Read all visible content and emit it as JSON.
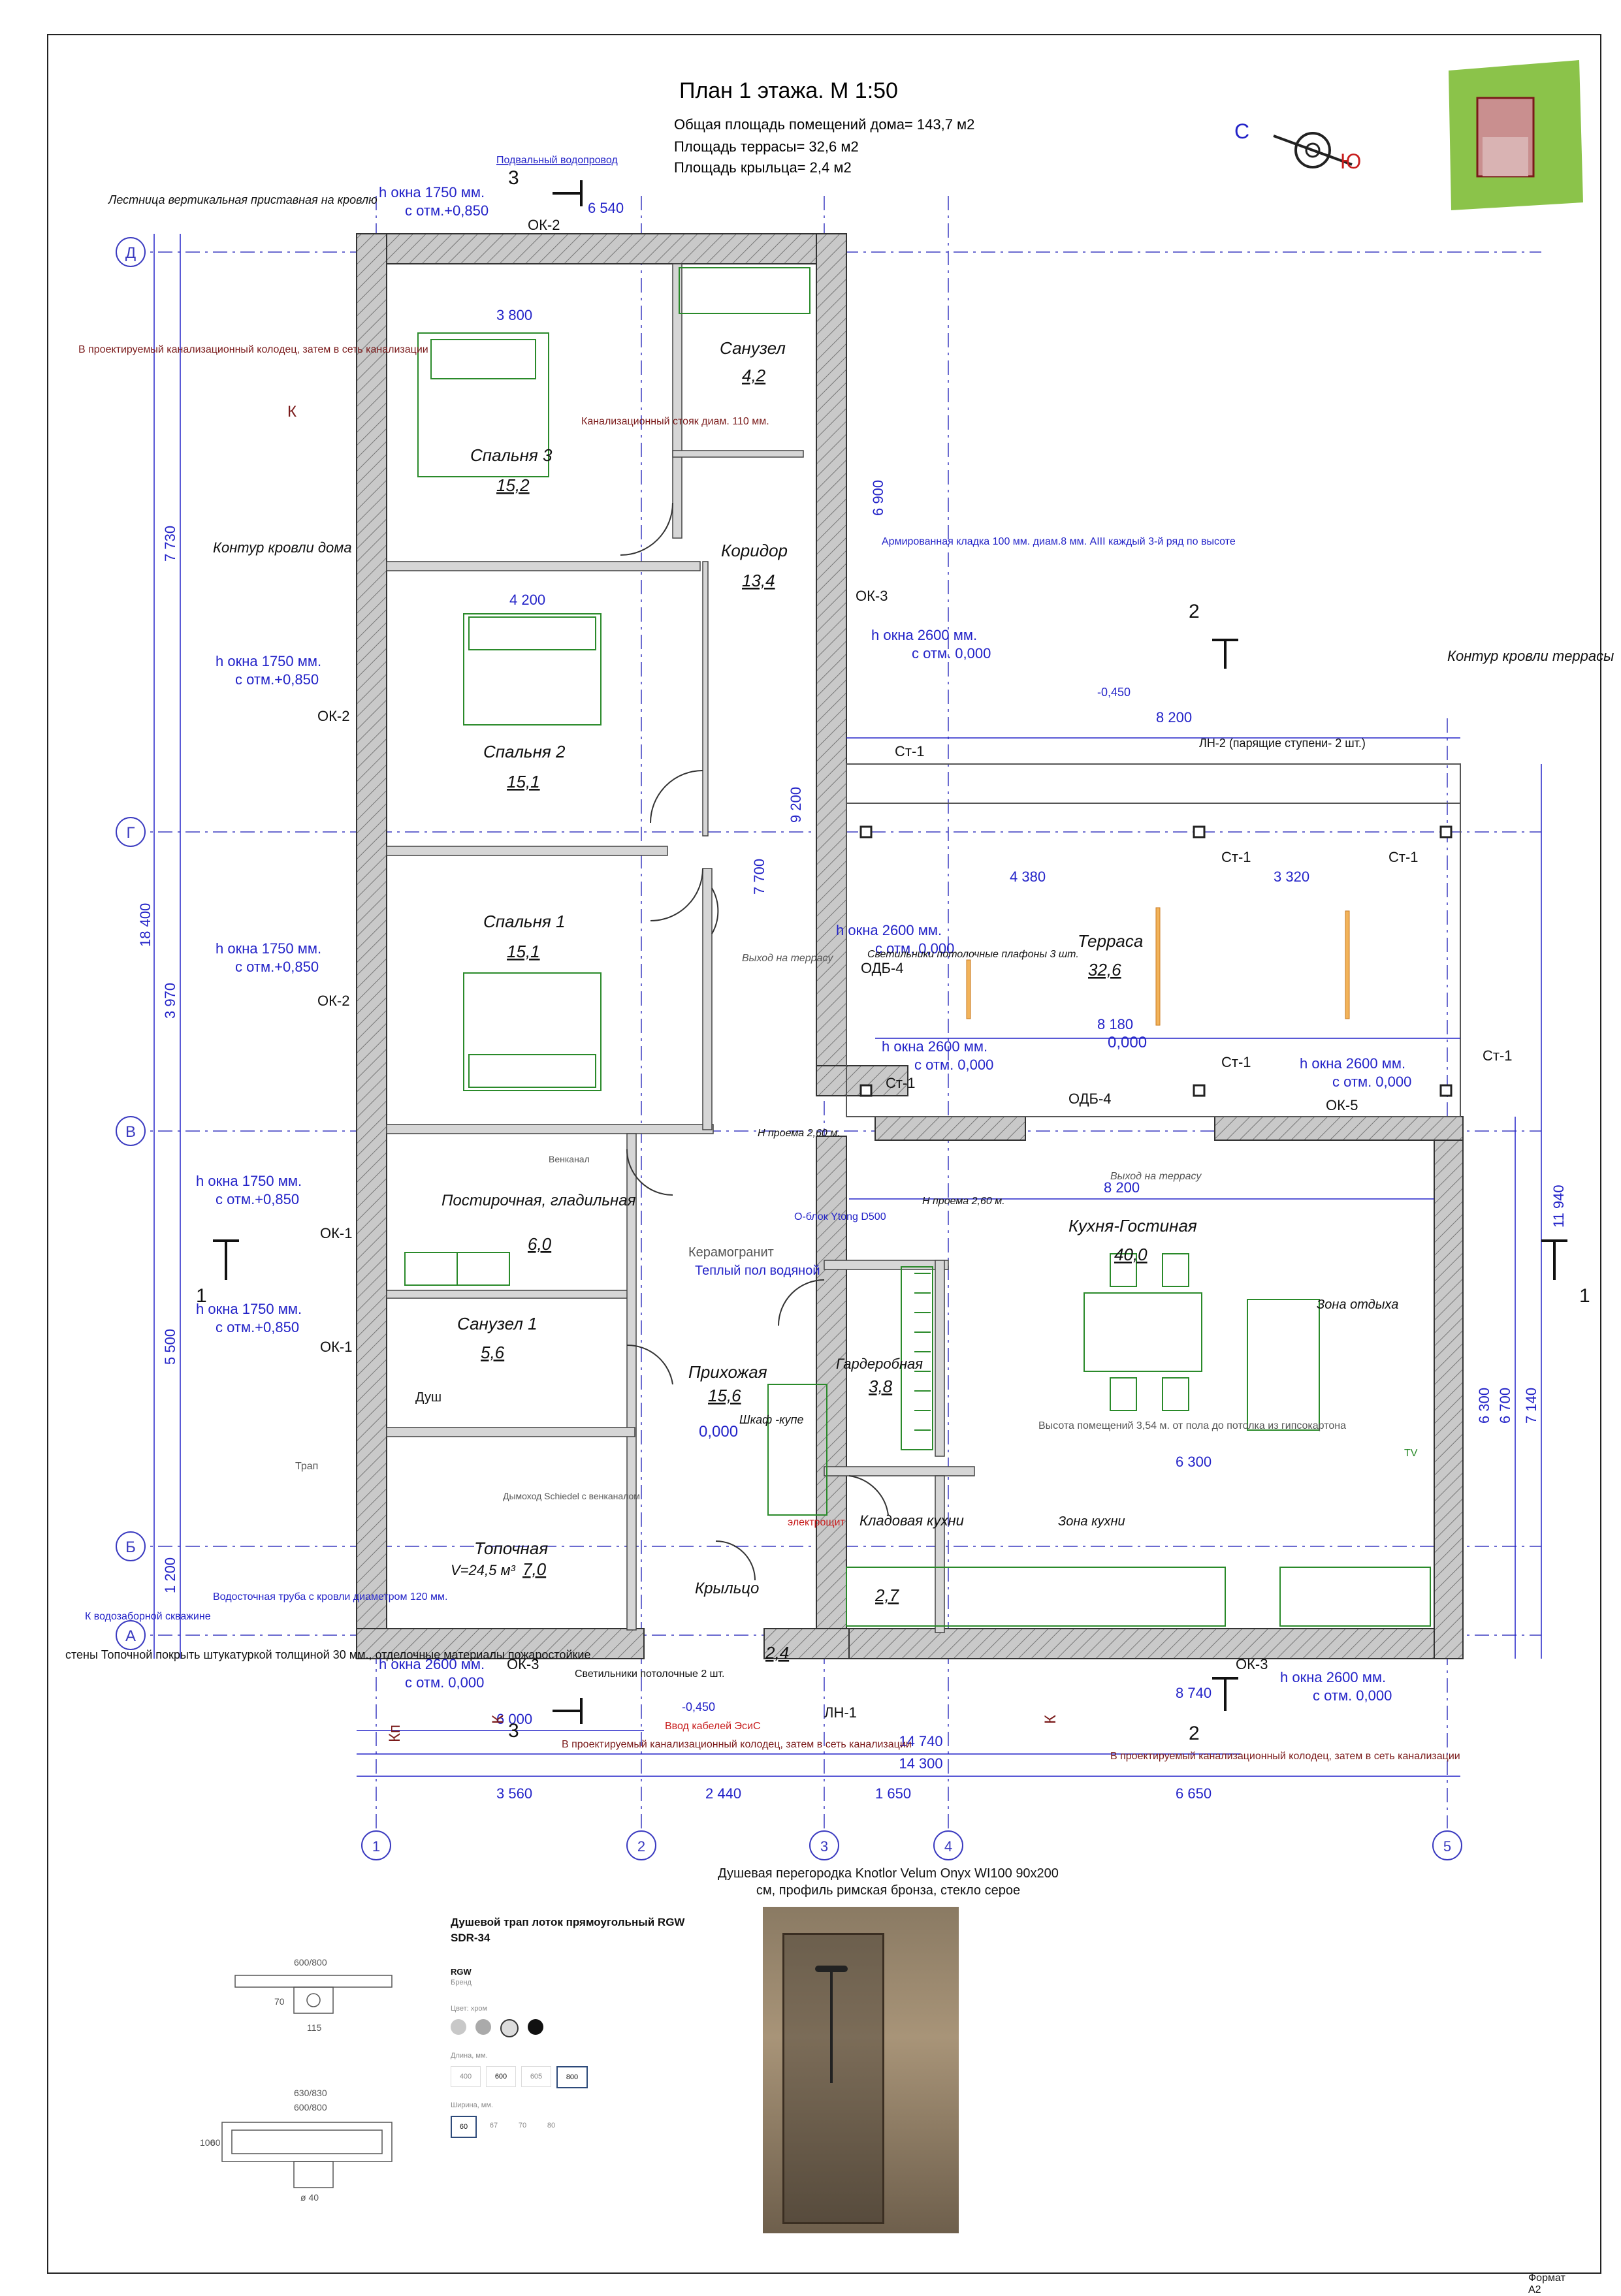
{
  "header": {
    "title": "План 1 этажа. М 1:50",
    "line1": "Общая площадь помещений дома= 143,7 м2",
    "line2": "Площадь террасы= 32,6 м2",
    "line3": "Площадь крыльца= 2,4 м2"
  },
  "compass": {
    "north": "С",
    "south": "Ю"
  },
  "rooms": [
    {
      "name": "Спальня 3",
      "area": "15,2"
    },
    {
      "name": "Санузел",
      "area": "4,2"
    },
    {
      "name": "Коридор",
      "area": "13,4"
    },
    {
      "name": "Спальня 2",
      "area": "15,1"
    },
    {
      "name": "Спальня 1",
      "area": "15,1"
    },
    {
      "name": "Терраса",
      "area": "32,6"
    },
    {
      "name": "Постирочная, гладильная",
      "area": "6,0"
    },
    {
      "name": "Санузел 1",
      "area": "5,6"
    },
    {
      "name": "Прихожая",
      "area": "15,6"
    },
    {
      "name": "Гардеробная",
      "area": "3,8"
    },
    {
      "name": "Кухня-Гостиная",
      "area": "40,0"
    },
    {
      "name": "Кладовая кухни",
      "area": "2,7"
    },
    {
      "name": "Топочная",
      "area": "7,0"
    },
    {
      "name": "Крыльцо",
      "area": "2,4"
    }
  ],
  "axes": {
    "rows": [
      "Д",
      "Г",
      "В",
      "Б",
      "А"
    ],
    "cols": [
      "1",
      "2",
      "3",
      "4",
      "5"
    ]
  },
  "dims": {
    "bottom_total": "14 300",
    "bottom_parts": [
      "3 560",
      "2 440",
      "1 650",
      "6 650"
    ],
    "left_total": "18 400",
    "left_parts": [
      "7 730",
      "3 970",
      "5 500",
      "1 200"
    ],
    "row_6000": "6 000",
    "row_14740": "14 740",
    "row_8740": "8 740",
    "right_11940": "11 940",
    "right_7140": "7 140",
    "right_6700": "6 700",
    "right_6300": "6 300",
    "top_6540": "6 540",
    "terrace_8200": "8 200",
    "terrace_8180": "8 180",
    "kitchen_8200": "8 200",
    "kitchen_6300": "6 300",
    "terrace_4380": "4 380",
    "terrace_3320": "3 320",
    "corr_9200": "9 200",
    "corr_7700": "7 700",
    "corr_6900": "6 900",
    "bed_3800": "3 800",
    "bed_4200": "4 200"
  },
  "labels": {
    "ok2": "ОК-2",
    "ok1": "ОК-1",
    "ok3": "ОК-3",
    "ok5": "ОК-5",
    "odb4": "ОДБ-4",
    "st1": "Ст-1",
    "ln1": "ЛН-1",
    "ln2": "ЛН-2 (парящие ступени- 2 шт.)",
    "window_1750": "h окна 1750 мм.",
    "window_1750b": "с отм.+0,850",
    "window_2600": "h окна 2600 мм.",
    "window_2600b": "с отм. 0,000",
    "ladder": "Лестница вертикальная приставная на кровлю",
    "roof_house": "Контур кровли дома",
    "roof_terrace": "Контур кровли террасы",
    "sewer_note": "В проектируемый канализационный колодец, затем в сеть канализации",
    "water_pipe": "Подвальный водопровод",
    "reinforce": "Армированная кладка 100 мм. диам.8 мм. AIII каждый 3-й ряд по высоте",
    "ceiling_lamps": "Светильники потолочные плафоны 3 шт.",
    "exit_terrace": "Выход на террасу",
    "opening_h": "Н проема 2,60 м.",
    "floor_tile": "Керамогранит",
    "floor_heat": "Теплый пол водяной",
    "height_note": "Высота помещений 3,54 м. от пола до потолка из гипсокартона",
    "zone_rest": "Зона отдыха",
    "zone_kitchen": "Зона кухни",
    "wardrobe": "Шкаф -купе",
    "shower": "Душ",
    "trap": "Трап",
    "boiler_vol": "V=24,5 м³",
    "downpipe": "Водосточная труба с кровли диаметром 120 мм.",
    "well": "К водозаборной скважине",
    "walls_note": "стены Топочной покрыть штукатуркой толщиной 30 мм., отделочные материалы пожаростойкие",
    "cable": "Ввод кабелей ЭсиС",
    "elec": "электрощит",
    "lamps2": "Светильники потолочные 2 шт.",
    "mark_0000": "0,000",
    "mark_m0450": "-0,450",
    "tv": "TV",
    "kp": "Кп",
    "k": "К",
    "sec3": "3",
    "sec2": "2",
    "sec1": "1",
    "ytong": "О-блок Ytong D500",
    "stoyak": "Канализационный стояк диам. 110 мм.",
    "ventkanal": "Венканал",
    "dymohod": "Дымоход Schiedel с венканалом"
  },
  "shower_caption": "Душевая перегородка Knotlor Velum Onyx WI100 90х200 см, профиль римская бронза, стекло серое",
  "drain_card": {
    "title": "Душевой трап лоток прямоугольный RGW SDR-34",
    "brand": "RGW",
    "brand_sub": "Бренд",
    "color_label": "Цвет: хром",
    "length_label": "Длина, мм.",
    "lengths": [
      "400",
      "600",
      "605",
      "800"
    ],
    "width_label": "Ширина, мм.",
    "widths": [
      "60",
      "67",
      "70",
      "80"
    ],
    "dim_top": "600/800",
    "dim_outer": "630/830",
    "dim_inner": "600/800",
    "dim_115": "115",
    "dim_70": "70",
    "dim_100": "100",
    "dim_60": "60",
    "dim_40": "ø 40"
  },
  "format": "Формат А2",
  "colors": {
    "wall": "#9a9a9a",
    "dim": "#2323c8",
    "note": "#7a1a1a",
    "furn": "#2a8a2a",
    "axis": "#3a3ac0"
  }
}
